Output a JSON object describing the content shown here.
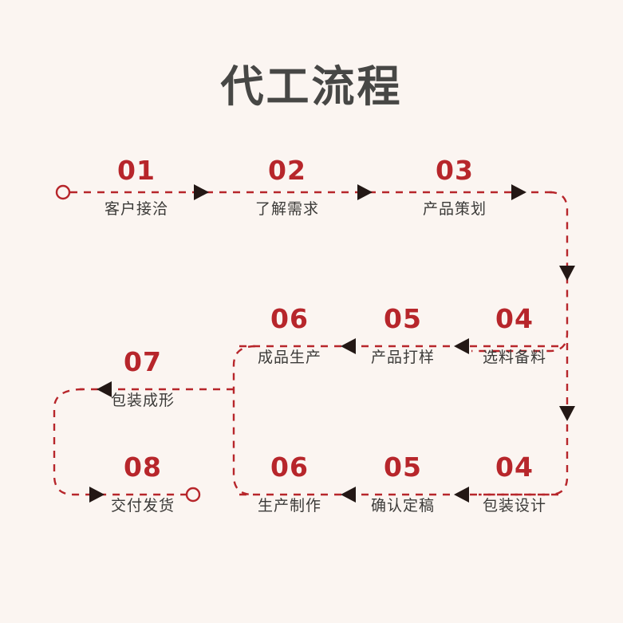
{
  "title": "代工流程",
  "theme": {
    "background": "#FBF5F1",
    "title_color": "#474745",
    "number_color": "#B7262B",
    "label_color": "#3B3A38",
    "line_color": "#B7262B",
    "arrow_color": "#231815"
  },
  "flow": {
    "start_marker": "hollow-circle",
    "end_marker": "hollow-circle",
    "line_style": "dashed",
    "rows": [
      {
        "name": "row-1",
        "direction": "left-to-right",
        "steps": [
          {
            "number": "01",
            "label": "客户接洽"
          },
          {
            "number": "02",
            "label": "了解需求"
          },
          {
            "number": "03",
            "label": "产品策划"
          }
        ]
      },
      {
        "name": "row-2",
        "direction": "right-to-left",
        "steps": [
          {
            "number": "04",
            "label": "选料备料"
          },
          {
            "number": "05",
            "label": "产品打样"
          },
          {
            "number": "06",
            "label": "成品生产"
          }
        ]
      },
      {
        "name": "row-3",
        "direction": "right-to-left",
        "steps": [
          {
            "number": "04",
            "label": "包装设计"
          },
          {
            "number": "05",
            "label": "确认定稿"
          },
          {
            "number": "06",
            "label": "生产制作"
          }
        ]
      },
      {
        "name": "row-branch",
        "direction": "right-to-left",
        "steps": [
          {
            "number": "07",
            "label": "包装成形"
          }
        ]
      },
      {
        "name": "row-end",
        "direction": "left-to-right",
        "steps": [
          {
            "number": "08",
            "label": "交付发货"
          }
        ]
      }
    ]
  }
}
